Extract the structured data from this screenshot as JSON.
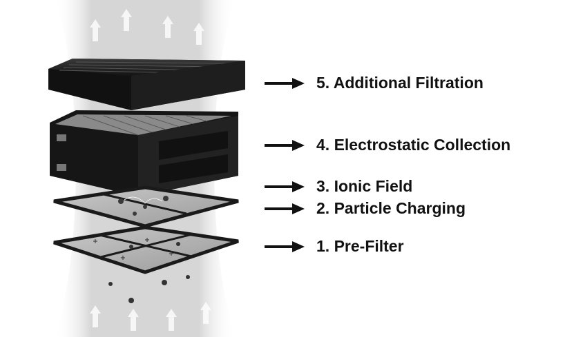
{
  "diagram": {
    "layers": [
      {
        "label": "5. Additional Filtration"
      },
      {
        "label": "4. Electrostatic Collection"
      },
      {
        "label": "3. Ionic Field"
      },
      {
        "label": "2. Particle Charging"
      },
      {
        "label": "1. Pre-Filter"
      }
    ],
    "colors": {
      "housing": "#1a1a1a",
      "housing_top": "#2b2b2b",
      "airflow": "#d9d9d9",
      "arrow": "#111111",
      "text": "#111111"
    },
    "icons": [
      "right-arrow-icon",
      "airflow-arrow-icon",
      "particle-icon",
      "ion-plus-icon"
    ]
  }
}
